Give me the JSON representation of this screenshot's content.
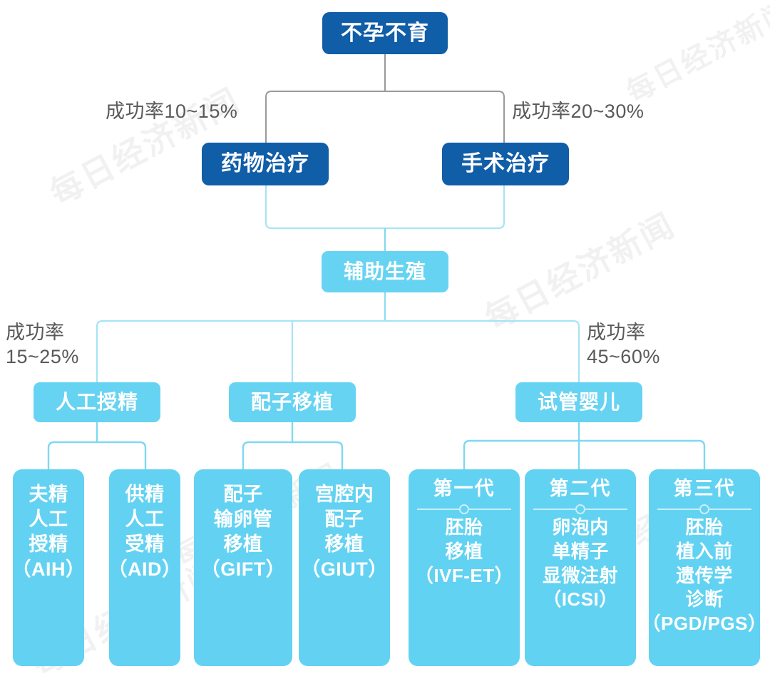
{
  "diagram": {
    "title": "不孕不育",
    "root": {
      "label": "不孕不育"
    },
    "level2": [
      {
        "label": "药物治疗",
        "rate": "成功率10~15%"
      },
      {
        "label": "手术治疗",
        "rate": "成功率20~30%"
      }
    ],
    "assisted": {
      "label": "辅助生殖"
    },
    "level3": [
      {
        "label": "人工授精",
        "rate": "成功率\n15~25%"
      },
      {
        "label": "配子移植",
        "rate": ""
      },
      {
        "label": "试管婴儿",
        "rate": "成功率\n45~60%"
      }
    ],
    "leaves_ai": [
      {
        "label": "夫精\n人工\n授精\n（AIH）"
      },
      {
        "label": "供精\n人工\n受精\n（AID）"
      }
    ],
    "leaves_gamete": [
      {
        "label": "配子\n输卵管\n移植\n（GIFT）"
      },
      {
        "label": "宫腔内\n配子\n移植\n（GIUT）"
      }
    ],
    "leaves_ivf": [
      {
        "generation": "第一代",
        "body": "胚胎\n移植\n（IVF-ET）"
      },
      {
        "generation": "第二代",
        "body": "卵泡内\n单精子\n显微注射\n（ICSI）"
      },
      {
        "generation": "第三代",
        "body": "胚胎\n植入前\n遗传学\n诊断\n（PGD/PGS）"
      }
    ],
    "watermark": "每日经济新闻",
    "colors": {
      "dark_blue": "#105da8",
      "light_blue": "#63d2f2",
      "mid_blue": "#67d3f2",
      "gray_line": "#9a9a9a",
      "cyan_line": "#a6e4f5",
      "label_text": "#58595b"
    }
  }
}
